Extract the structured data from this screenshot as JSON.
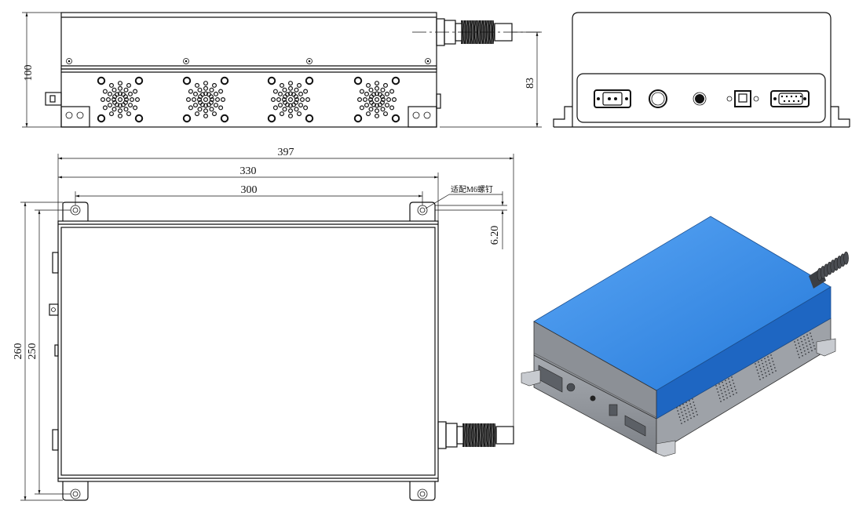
{
  "dimensions": {
    "front_height": "100",
    "connector_height": "83",
    "overall_length": "397",
    "body_length": "330",
    "hole_spacing": "300",
    "overall_width": "260",
    "body_width": "250",
    "mount_offset": "6.20"
  },
  "annotations": {
    "screw_note": "适配M6螺钉"
  },
  "colors": {
    "lid_blue": "#2f86e8",
    "housing_grey": "#8f9399",
    "line": "#111111"
  }
}
